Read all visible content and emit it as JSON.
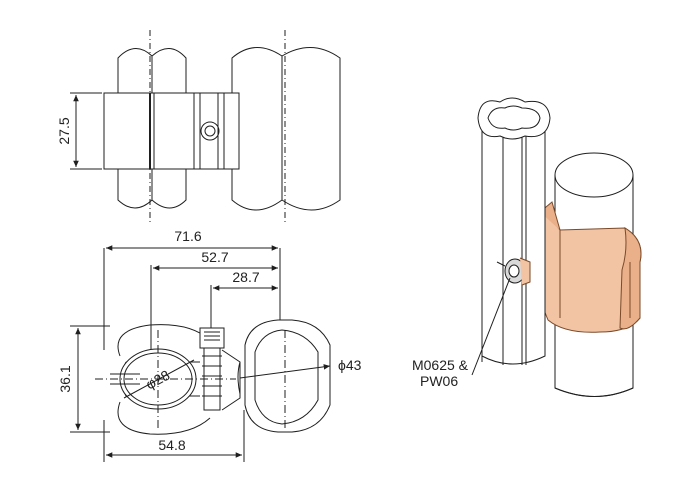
{
  "top_view": {
    "height_label": "27.5"
  },
  "bottom_view": {
    "dim_overall": "71.6",
    "dim_center": "52.7",
    "dim_profile": "28.7",
    "dim_height": "36.1",
    "dim_width": "54.8",
    "dia_small": "φ28",
    "dia_large": "ϕ43"
  },
  "iso_view": {
    "callout_line1": "M0625 &",
    "callout_line2": "PW06"
  },
  "colors": {
    "line": "#1f1f1f",
    "clamp_fill": "#f2c4a3",
    "clamp_stroke": "#7a4a2a",
    "tube_fill": "#ffffff"
  }
}
